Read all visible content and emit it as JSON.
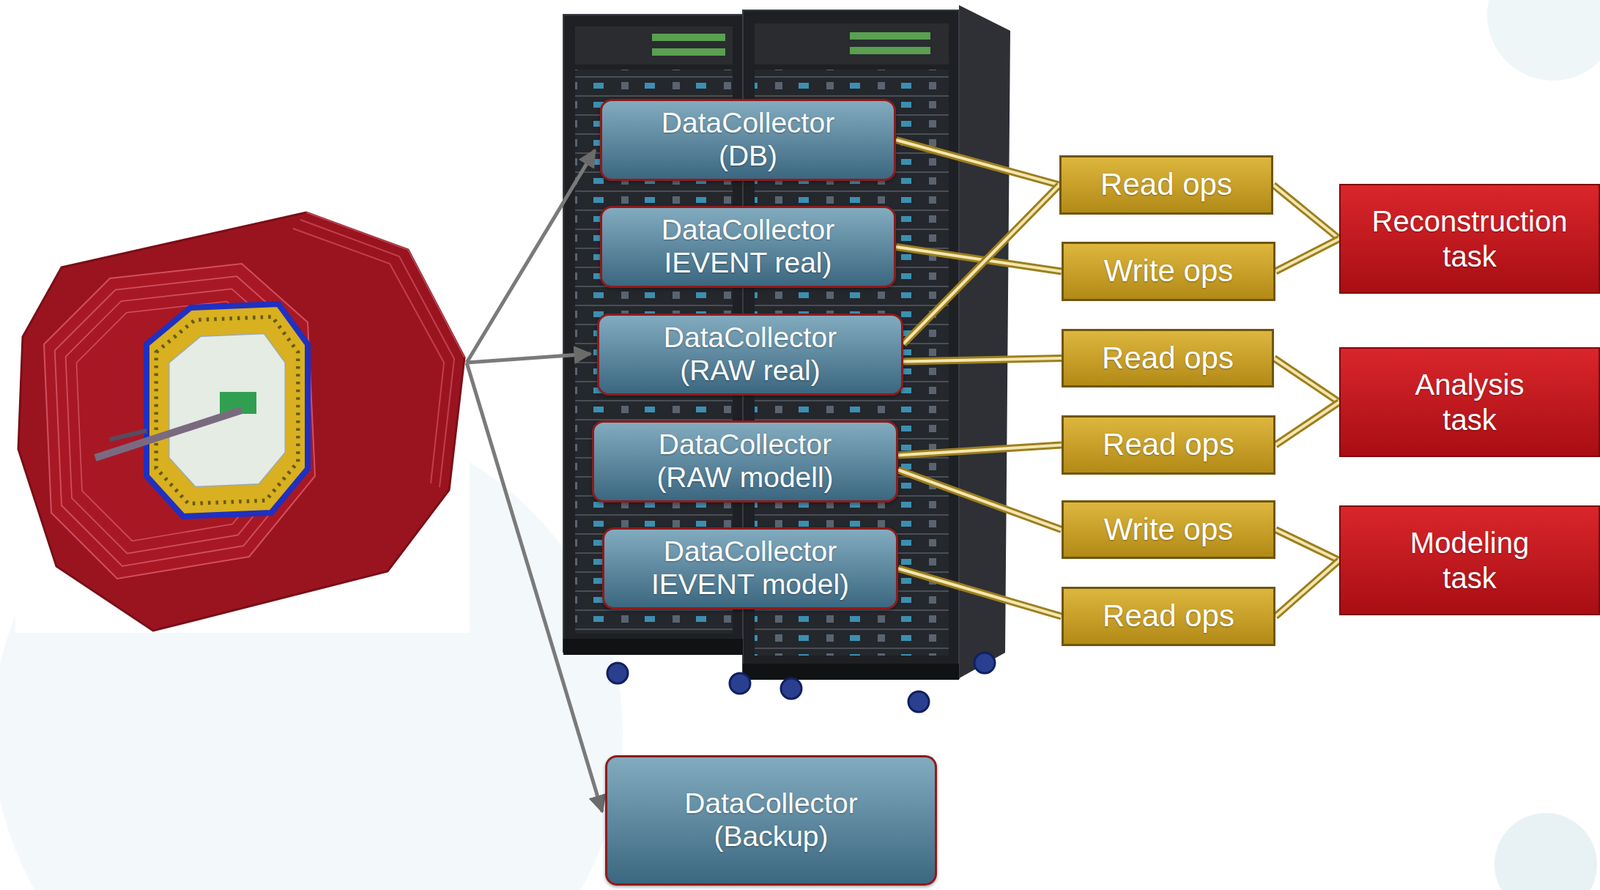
{
  "diagram": {
    "nodes": [
      {
        "text": [
          "DataCollector (DB)"
        ]
      },
      {
        "text": [
          "DataCollector IEVENT real)"
        ]
      },
      {
        "text": [
          "DataCollector (RAW real)"
        ]
      },
      {
        "text": [
          "DataCollector (RAW modell)"
        ]
      },
      {
        "text": [
          "DataCollector IEVENT model)"
        ]
      },
      {
        "text": [
          "DataCollector (Backup)"
        ]
      },
      {
        "text": [
          "Read ops"
        ]
      },
      {
        "text": [
          "Write ops"
        ]
      },
      {
        "text": [
          "Read ops"
        ]
      },
      {
        "text": [
          "Read ops"
        ]
      },
      {
        "text": [
          "Write ops"
        ]
      },
      {
        "text": [
          "Read ops"
        ]
      },
      {
        "text": [
          "Reconstruction task"
        ]
      },
      {
        "text": [
          "Analysis task"
        ]
      },
      {
        "text": [
          "Modeling task"
        ]
      }
    ],
    "edges": [
      {
        "from": 0,
        "to": 6,
        "arrow": "none"
      },
      {
        "from": 1,
        "to": 7,
        "arrow": "none"
      },
      {
        "from": 2,
        "to": 6,
        "arrow": "none"
      },
      {
        "from": 2,
        "to": 8,
        "arrow": "none"
      },
      {
        "from": 3,
        "to": 9,
        "arrow": "none"
      },
      {
        "from": 3,
        "to": 10,
        "arrow": "none"
      },
      {
        "from": 4,
        "to": 11,
        "arrow": "none"
      },
      {
        "from": 6,
        "to": 12,
        "arrow": "none"
      },
      {
        "from": 7,
        "to": 12,
        "arrow": "none"
      },
      {
        "from": 8,
        "to": 13,
        "arrow": "none"
      },
      {
        "from": 9,
        "to": 13,
        "arrow": "none"
      },
      {
        "from": 10,
        "to": 14,
        "arrow": "none"
      },
      {
        "from": 11,
        "to": 14,
        "arrow": "none"
      }
    ]
  }
}
